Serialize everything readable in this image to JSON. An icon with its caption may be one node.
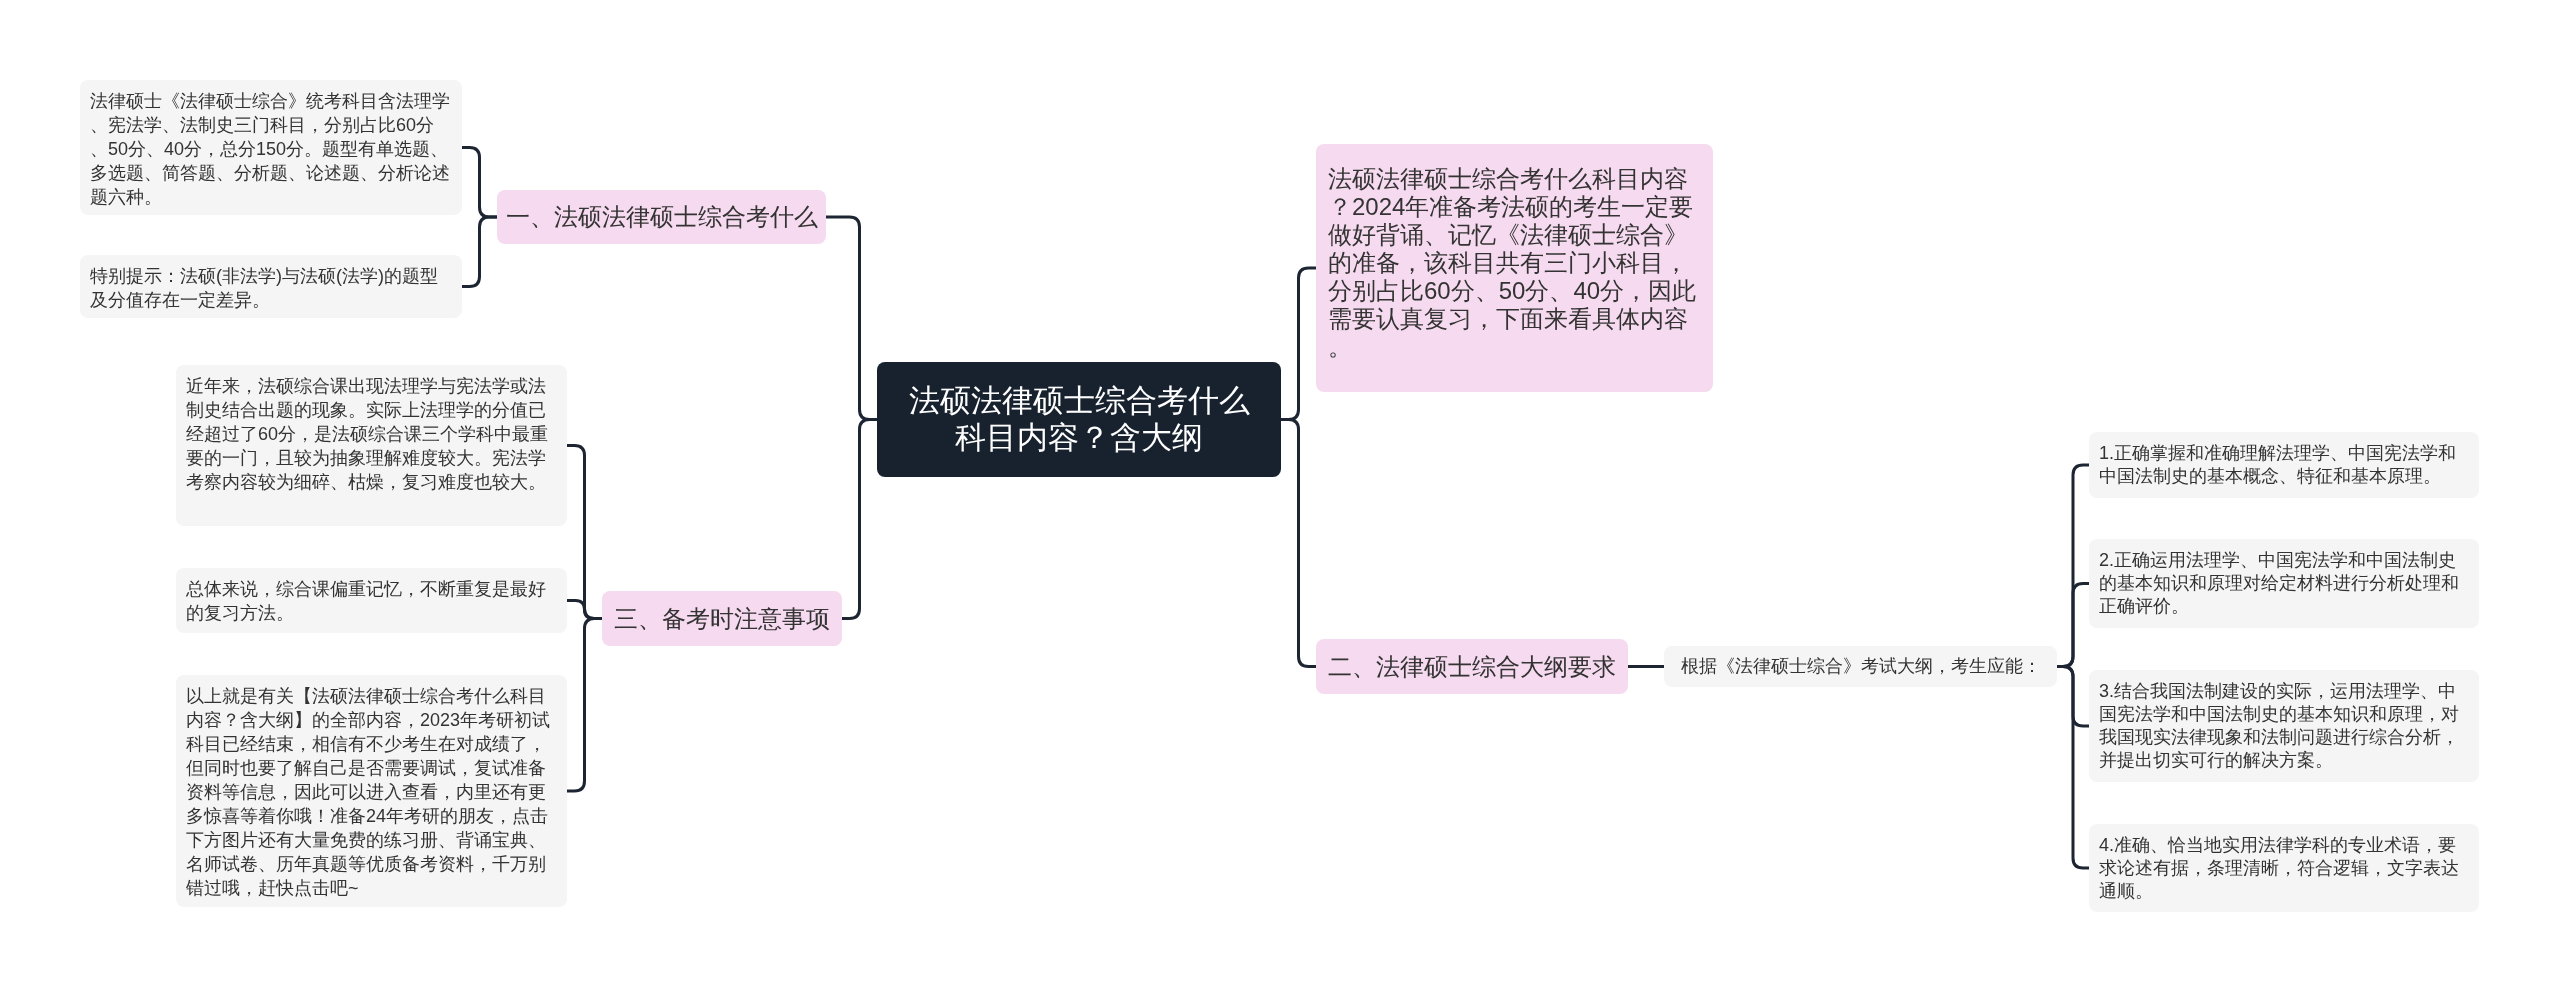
{
  "diagram": {
    "nodes": [
      {
        "text": [
          "法硕法律硕士综合考什么科目内容？含大纲"
        ]
      },
      {
        "text": [
          "法硕法律硕士综合考什么科目内容？2024年准备考法硕的考生一定要做好背诵、记忆《法律硕士综合》的准备，该科目共有三门小科目，分别占比60分、50分、40分，因此需要认真复习，下面来看具体内容。"
        ]
      },
      {
        "text": [
          "一、法硕法律硕士综合考什么"
        ]
      },
      {
        "text": [
          "法律硕士《法律硕士综合》统考科目含法理学、宪法学、法制史三门科目，分别占比60分、50分、40分，总分150分。题型有单选题、多选题、简答题、分析题、论述题、分析论述题六种。"
        ]
      },
      {
        "text": [
          "特别提示：法硕(非法学)与法硕(法学)的题型及分值存在一定差异。"
        ]
      },
      {
        "text": [
          "二、法律硕士综合大纲要求"
        ]
      },
      {
        "text": [
          "根据《法律硕士综合》考试大纲，考生应能："
        ]
      },
      {
        "text": [
          "1.正确掌握和准确理解法理学、中国宪法学和中国法制史的基本概念、特征和基本原理。"
        ]
      },
      {
        "text": [
          "2.正确运用法理学、中国宪法学和中国法制史的基本知识和原理对给定材料进行分析处理和正确评价。"
        ]
      },
      {
        "text": [
          "3.结合我国法制建设的实际，运用法理学、中国宪法学和中国法制史的基本知识和原理，对我国现实法律现象和法制问题进行综合分析，并提出切实可行的解决方案。"
        ]
      },
      {
        "text": [
          "4.准确、恰当地实用法律学科的专业术语，要求论述有据，条理清晰，符合逻辑，文字表达通顺。"
        ]
      },
      {
        "text": [
          "三、备考时注意事项"
        ]
      },
      {
        "text": [
          "近年来，法硕综合课出现法理学与宪法学或法制史结合出题的现象。实际上法理学的分值已经超过了60分，是法硕综合课三个学科中最重要的一门，且较为抽象理解难度较大。宪法学考察内容较为细碎、枯燥，复习难度也较大。"
        ]
      },
      {
        "text": [
          "总体来说，综合课偏重记忆，不断重复是最好的复习方法。"
        ]
      },
      {
        "text": [
          "以上就是有关【法硕法律硕士综合考什么科目内容？含大纲】的全部内容，2023年考研初试科目已经结束，相信有不少考生在对成绩了，但同时也要了解自己是否需要调试，复试准备资料等信息，因此可以进入查看，内里还有更多惊喜等着你哦！准备24年考研的朋友，点击下方图片还有大量免费的练习册、背诵宝典、名师试卷、历年真题等优质备考资料，千万别错过哦，赶快点击吧~"
        ]
      }
    ],
    "edges": [
      {
        "from": 0,
        "to": 1,
        "arrow": "none"
      },
      {
        "from": 0,
        "to": 2,
        "arrow": "none"
      },
      {
        "from": 2,
        "to": 3,
        "arrow": "none"
      },
      {
        "from": 2,
        "to": 4,
        "arrow": "none"
      },
      {
        "from": 0,
        "to": 5,
        "arrow": "none"
      },
      {
        "from": 5,
        "to": 6,
        "arrow": "none"
      },
      {
        "from": 6,
        "to": 7,
        "arrow": "none"
      },
      {
        "from": 6,
        "to": 8,
        "arrow": "none"
      },
      {
        "from": 6,
        "to": 9,
        "arrow": "none"
      },
      {
        "from": 6,
        "to": 10,
        "arrow": "none"
      },
      {
        "from": 0,
        "to": 11,
        "arrow": "none"
      },
      {
        "from": 11,
        "to": 12,
        "arrow": "none"
      },
      {
        "from": 11,
        "to": 13,
        "arrow": "none"
      },
      {
        "from": 11,
        "to": 14,
        "arrow": "none"
      }
    ]
  }
}
